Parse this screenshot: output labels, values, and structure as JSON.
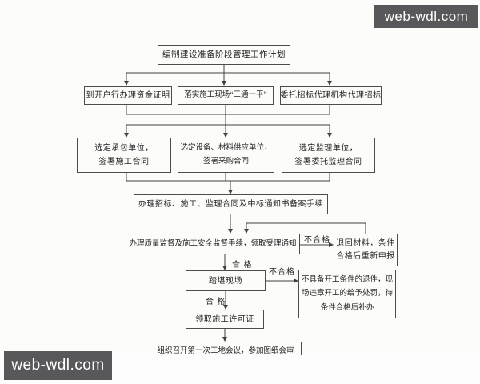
{
  "colors": {
    "box_border": "#4d4d4d",
    "connector": "#3f3f3f",
    "watermark_bg": "#58585a",
    "watermark_text": "#ffffff"
  },
  "watermarks": {
    "top_right": "web-wdl.com",
    "bottom_left": "web-wdl.com"
  },
  "flowchart": {
    "nodes": {
      "plan": {
        "lines": [
          "编制建设准备阶段管理工作计划"
        ]
      },
      "fund": {
        "lines": [
          "到开户行办理资金证明"
        ]
      },
      "site": {
        "lines": [
          "落实施工现场“三通一平”"
        ]
      },
      "agency": {
        "lines": [
          "委托招标代理机构代理招标"
        ]
      },
      "contractor": {
        "lines": [
          "选定承包单位，",
          "签署施工合同"
        ]
      },
      "supplier": {
        "lines": [
          "选定设备、材料供应单位，",
          "签署采购合同"
        ]
      },
      "supervisor": {
        "lines": [
          "选定监理单位，",
          "签署委托监理合同"
        ]
      },
      "filing": {
        "lines": [
          "办理招标、施工、监理合同及中标通知书备案手续"
        ]
      },
      "quality": {
        "lines": [
          "办理质量监督及施工安全监督手续，领取受理通知"
        ]
      },
      "return": {
        "lines": [
          "退回材料，条件",
          "合格后重新申报"
        ]
      },
      "survey": {
        "lines": [
          "踏堪现场"
        ]
      },
      "reject": {
        "lines": [
          "不具备开工条件的退件，现",
          "场违章开工的给予处罚，待",
          "条件合格后补办"
        ]
      },
      "permit": {
        "lines": [
          "领取施工许可证"
        ]
      },
      "meeting": {
        "lines": [
          "组织召开第一次工地会议，参加图纸会审"
        ]
      }
    },
    "edge_labels": {
      "fail_quality": "不合格",
      "pass_quality": "合 格",
      "fail_survey": "不合格",
      "pass_survey": "合 格"
    }
  }
}
